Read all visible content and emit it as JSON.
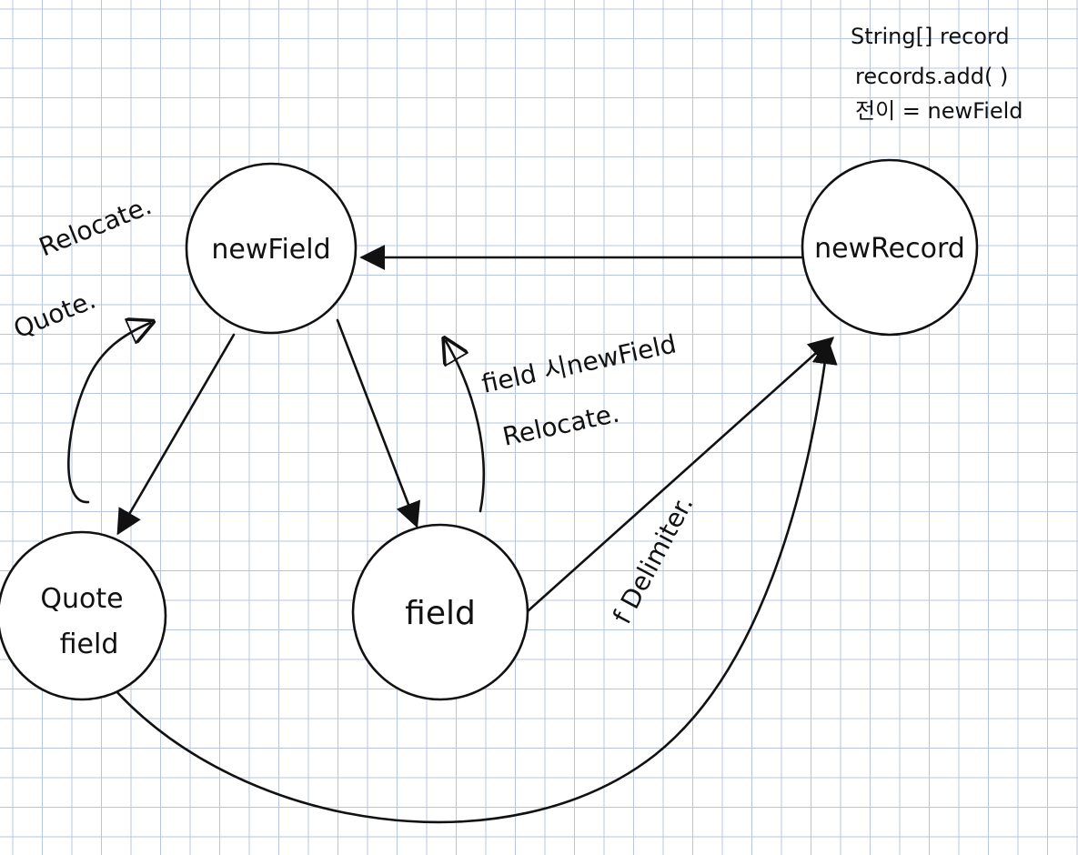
{
  "states": {
    "new_field": "newField",
    "new_record": "newRecord",
    "quote_field": [
      "Quote",
      "field"
    ],
    "field": "field"
  },
  "notes": {
    "new_record_actions": [
      "String[] record",
      "records.add( )",
      "전이 = newField"
    ]
  },
  "edge_labels": {
    "quote_self": [
      "Relocate.",
      "Quote."
    ],
    "field_self": [
      "field 시newField",
      "Relocate."
    ],
    "to_new_record": "f Delimiter."
  },
  "colors": {
    "grid": "#b8c6dc",
    "ink": "#111111",
    "paper": "#ffffff"
  }
}
